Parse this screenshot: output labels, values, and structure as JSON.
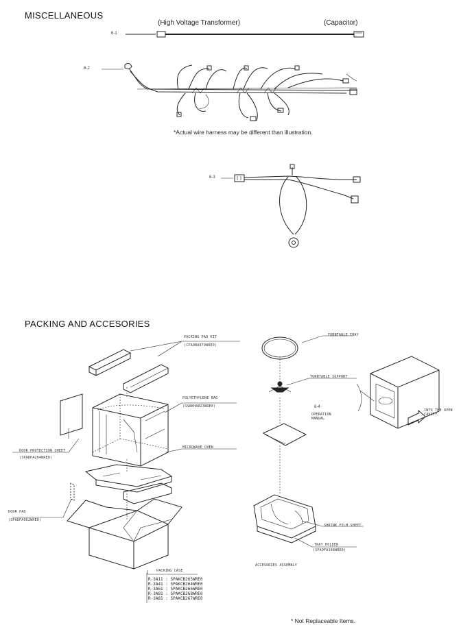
{
  "misc": {
    "title": "MISCELLANEOUS",
    "hv_transformer_label": "(High Voltage Transformer)",
    "capacitor_label": "(Capacitor)",
    "item_6_1": "6-1",
    "item_6_2": "6-2",
    "item_6_3": "6-3",
    "harness_note": "*Actual wire harness may be different than illustration."
  },
  "packing": {
    "title": "PACKING AND ACCESORIES",
    "packing_pad_label": "PACKING PAD KIT",
    "packing_pad_code": "(CPADBA079WRE0)",
    "polyethylene_bag_label": "POLYETHYLENE BAG",
    "polyethylene_bag_code": "(SSAKHA023WRE0)",
    "microwave_oven_label": "MICROWAVE OVEN",
    "door_protection_label": "DOOR PROTECTION SHEET",
    "door_protection_code": "(SPADPA204WRE0)",
    "door_pad_label": "DOOR PAD",
    "door_pad_code": "(SPADFA062WRE0)",
    "packing_case_label": "PACKING CASE",
    "packing_case_models": [
      "R-3A11 : SPAKCB265WRE0",
      "R-3A41 : SPAKCB264WRE0",
      "R-3A61 : SPAKCB266WRE0",
      "R-3A81 : SPAKCB268WRE0",
      "R-3A81 : SPAKCB267WRE0"
    ],
    "turntable_tray_label": "TURNTABLE TRAY",
    "turntable_support_label": "TURNTABLE SUPPORT",
    "item_6_4": "6-4",
    "operation_manual_label": "OPERATION MANUAL",
    "into_oven_label": "INTO THE OVEN CAVITY",
    "shrink_film_label": "SHRINK FILM SHEET",
    "tray_holder_label": "TRAY HOLDER",
    "tray_holder_code": "(SPADFA108WRE0)",
    "accessories_assembly_label": "ACCESORIES ASSEMBLY",
    "not_replaceable_note": "* Not Replaceable Items."
  }
}
